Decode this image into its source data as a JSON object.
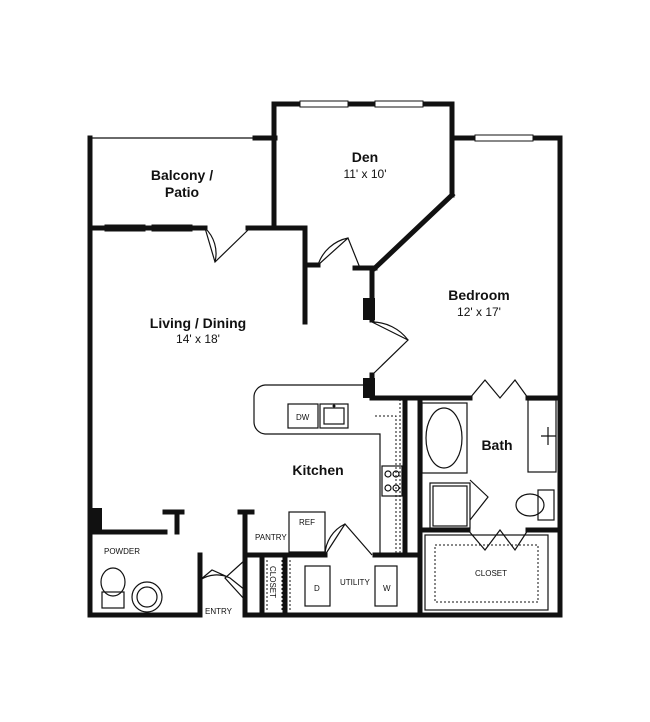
{
  "rooms": {
    "balcony": {
      "name_line1": "Balcony /",
      "name_line2": "Patio"
    },
    "den": {
      "name": "Den",
      "dims": "11' x 10'"
    },
    "bedroom": {
      "name": "Bedroom",
      "dims": "12' x 17'"
    },
    "living": {
      "name": "Living / Dining",
      "dims": "14' x 18'"
    },
    "kitchen": {
      "name": "Kitchen"
    },
    "bath": {
      "name": "Bath"
    }
  },
  "labels": {
    "dw": "DW",
    "ref": "REF",
    "pantry": "PANTRY",
    "closet_small": "CLOSET",
    "closet_bath": "CLOSET",
    "utility": "UTILITY",
    "dryer": "D",
    "washer": "W",
    "powder": "POWDER",
    "entry": "ENTRY"
  }
}
